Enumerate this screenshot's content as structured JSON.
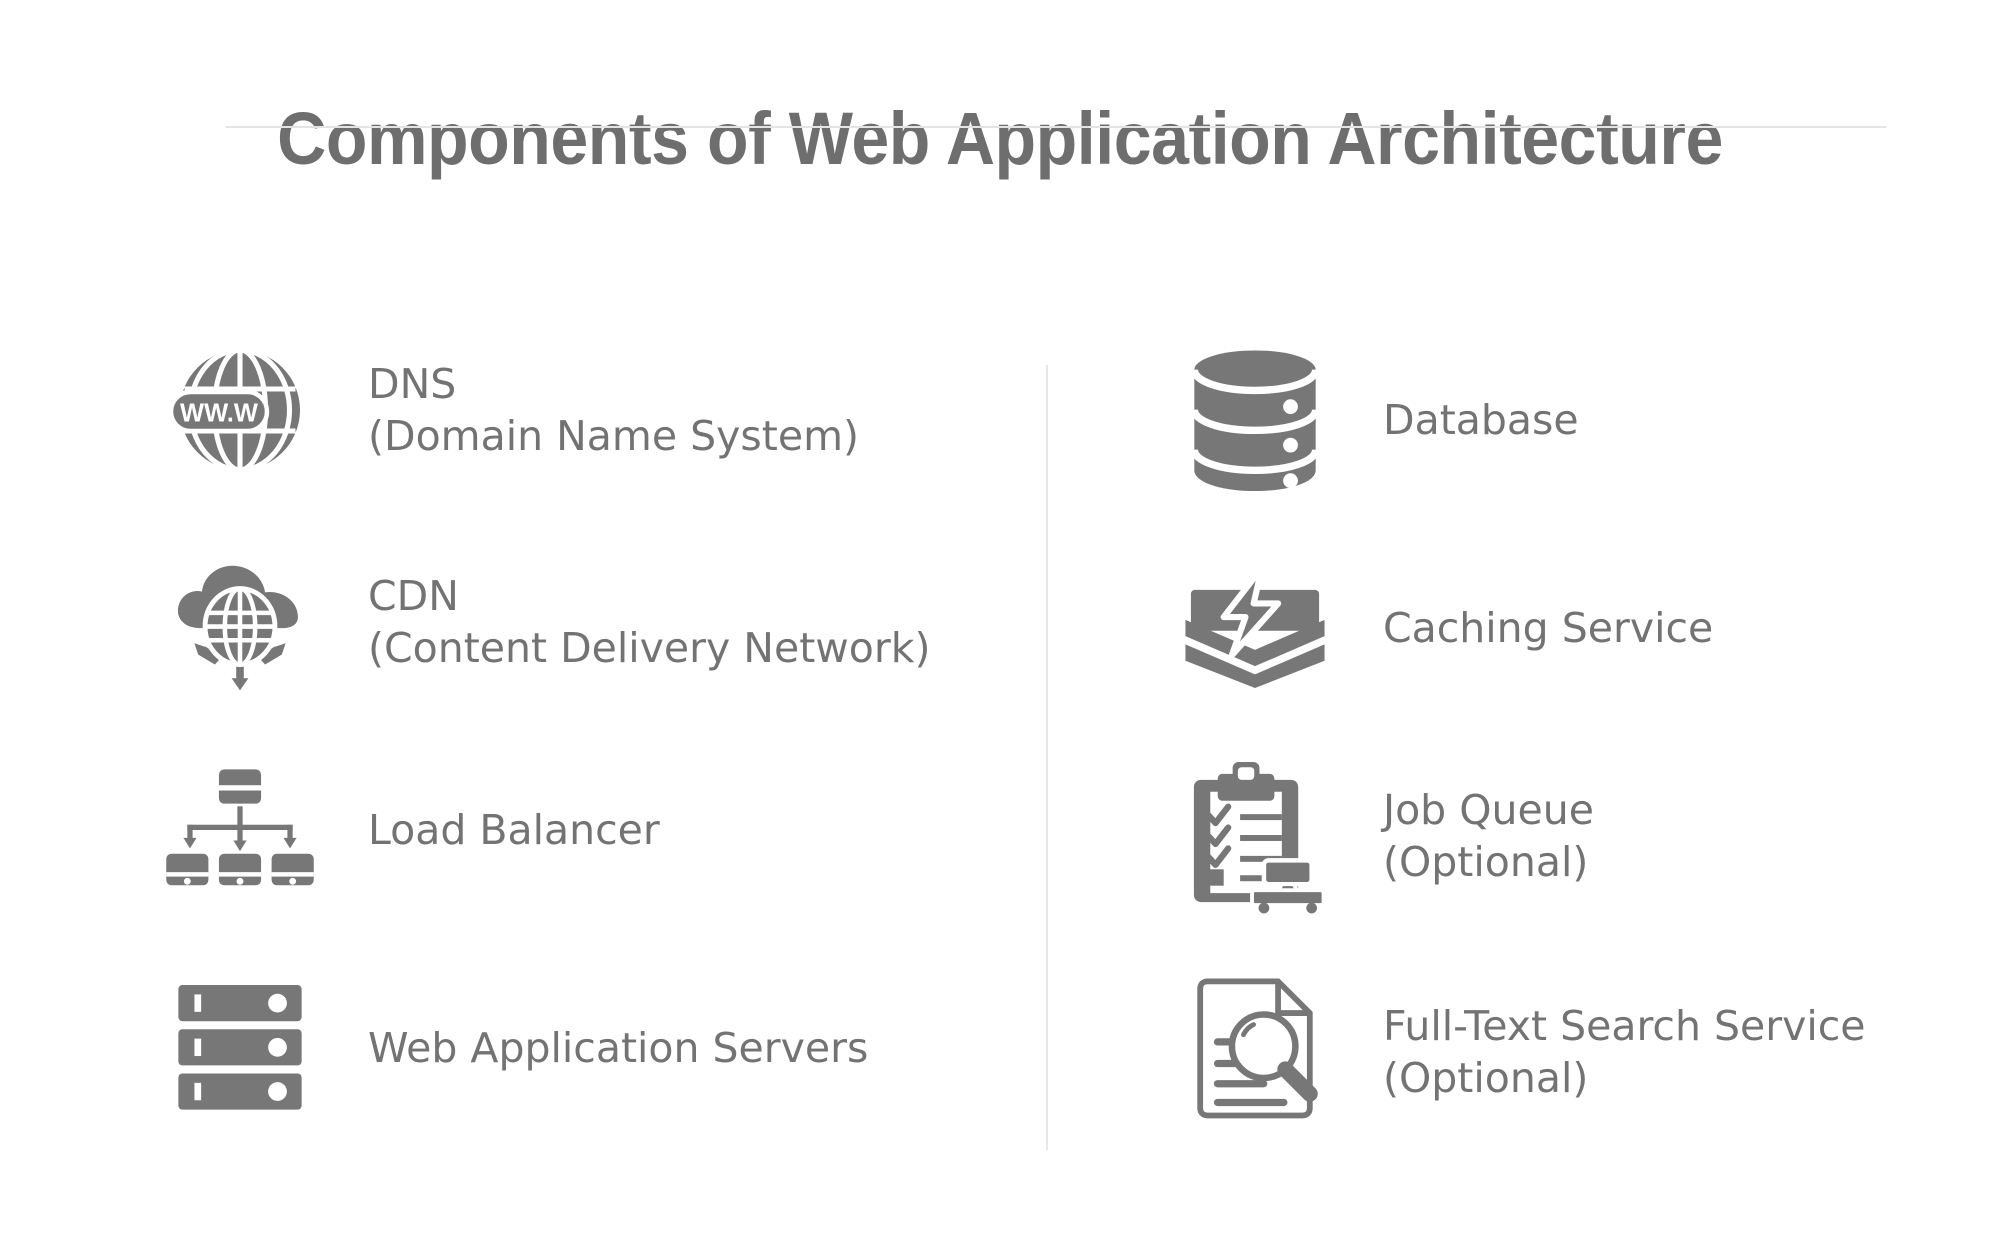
{
  "header": {
    "title": "Components of Web Application Architecture"
  },
  "colors": {
    "icon_fill": "#777777",
    "title_text": "#6e6e6e",
    "label_text": "#737373",
    "rule": "#e4e4e4",
    "divider": "#e7e7e7",
    "background": "#ffffff"
  },
  "columns": {
    "left": {
      "items": [
        {
          "icon": "globe-www-icon",
          "title": "DNS",
          "subtitle": "(Domain Name System)"
        },
        {
          "icon": "cloud-globe-cdn-icon",
          "title": "CDN",
          "subtitle": "(Content Delivery Network)"
        },
        {
          "icon": "load-balancer-icon",
          "title": "Load Balancer",
          "subtitle": ""
        },
        {
          "icon": "server-rack-icon",
          "title": "Web Application Servers",
          "subtitle": ""
        }
      ]
    },
    "right": {
      "items": [
        {
          "icon": "database-cylinder-icon",
          "title": "Database",
          "subtitle": ""
        },
        {
          "icon": "caching-lightning-layers-icon",
          "title": "Caching Service",
          "subtitle": ""
        },
        {
          "icon": "clipboard-cart-job-queue-icon",
          "title": "Job Queue",
          "subtitle": "(Optional)"
        },
        {
          "icon": "document-magnifier-search-icon",
          "title": "Full-Text Search Service",
          "subtitle": "(Optional)"
        }
      ]
    }
  },
  "icon_labels": {
    "www_badge": "WW.W"
  }
}
